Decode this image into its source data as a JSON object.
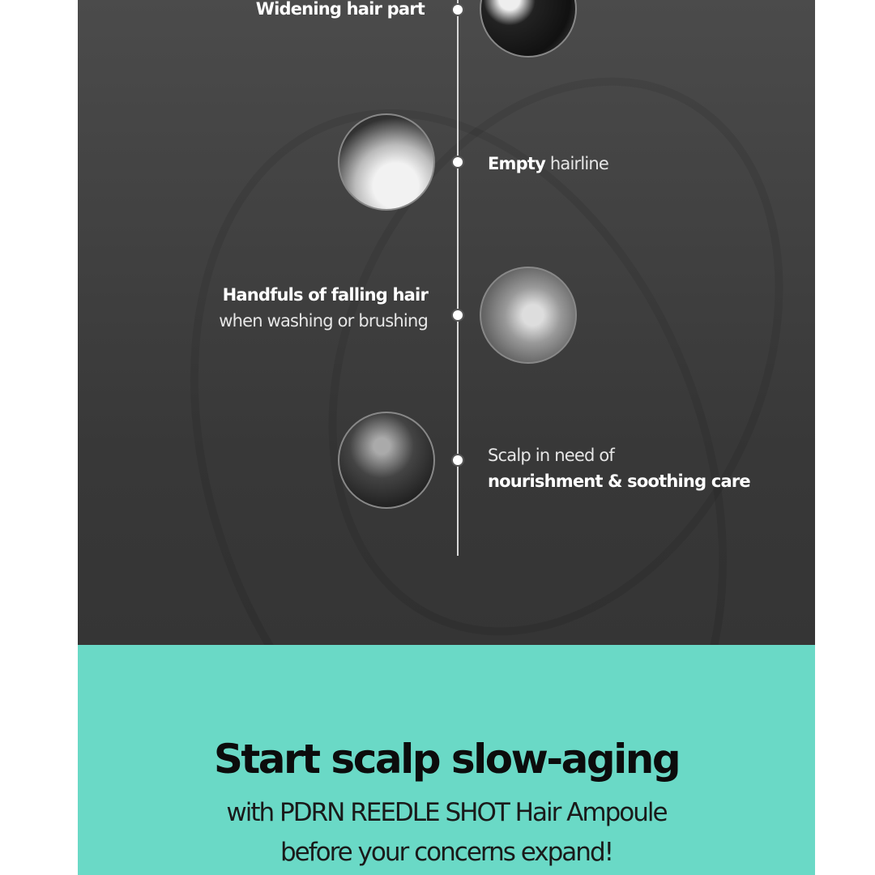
{
  "timeline": [
    {
      "bold": "Widening hair part",
      "light": ""
    },
    {
      "bold": "Empty",
      "light": " hairline"
    },
    {
      "bold": "Handfuls of falling hair",
      "light": "when washing or brushing"
    },
    {
      "light": "Scalp in need of",
      "bold": "nourishment & soothing care"
    }
  ],
  "cta": {
    "headline": "Start scalp slow-aging",
    "line1": "with PDRN REEDLE SHOT Hair Ampoule",
    "line2": "before your concerns expand!"
  },
  "colors": {
    "dark": "#3a3a3a",
    "teal": "#6ad9c6"
  }
}
